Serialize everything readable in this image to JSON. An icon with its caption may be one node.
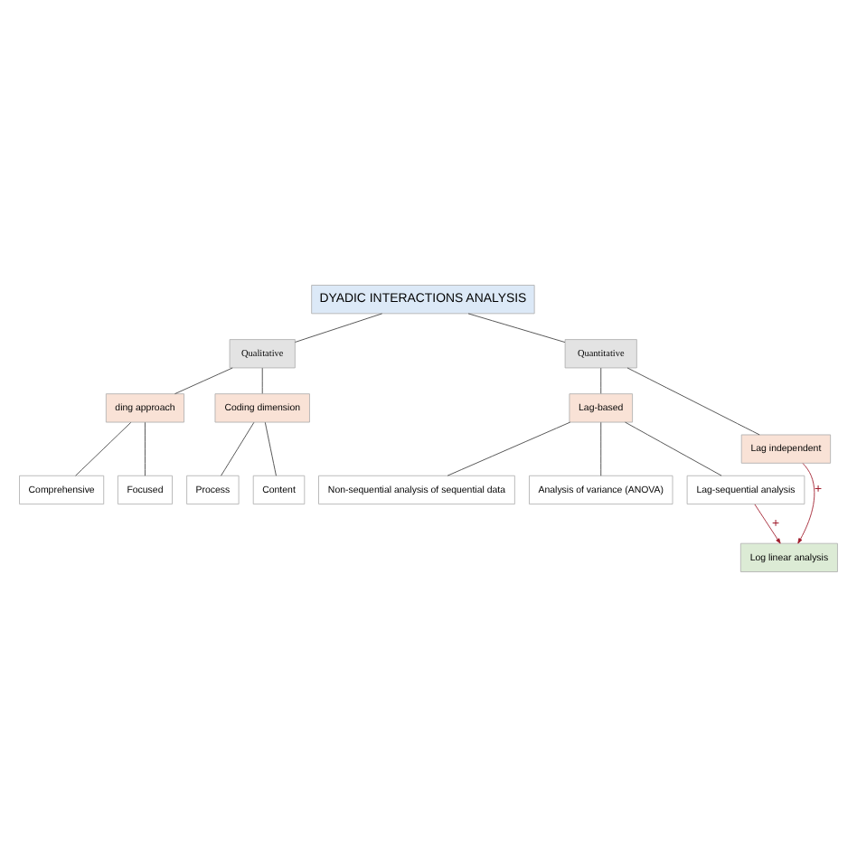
{
  "diagram": {
    "nodes": [
      {
        "text": [
          "DYADIC INTERACTIONS ANALYSIS"
        ]
      },
      {
        "text": [
          "Qualitative"
        ]
      },
      {
        "text": [
          "Quantitative"
        ]
      },
      {
        "text": [
          "ding approach"
        ]
      },
      {
        "text": [
          "Coding dimension"
        ]
      },
      {
        "text": [
          "Lag-based"
        ]
      },
      {
        "text": [
          "Lag independent"
        ]
      },
      {
        "text": [
          "Comprehensive"
        ]
      },
      {
        "text": [
          "Focused"
        ]
      },
      {
        "text": [
          "Process"
        ]
      },
      {
        "text": [
          "Content"
        ]
      },
      {
        "text": [
          "Non-sequential analysis of sequential data"
        ]
      },
      {
        "text": [
          "Analysis of variance (ANOVA)"
        ]
      },
      {
        "text": [
          "Lag-sequential analysis"
        ]
      },
      {
        "text": [
          "Log linear analysis"
        ]
      }
    ],
    "edges": [
      {
        "from": 0,
        "to": 1,
        "arrow": "none"
      },
      {
        "from": 0,
        "to": 2,
        "arrow": "none"
      },
      {
        "from": 1,
        "to": 3,
        "arrow": "none"
      },
      {
        "from": 1,
        "to": 4,
        "arrow": "none"
      },
      {
        "from": 2,
        "to": 5,
        "arrow": "none"
      },
      {
        "from": 2,
        "to": 6,
        "arrow": "none"
      },
      {
        "from": 3,
        "to": 7,
        "arrow": "none"
      },
      {
        "from": 3,
        "to": 8,
        "arrow": "none"
      },
      {
        "from": 4,
        "to": 9,
        "arrow": "none"
      },
      {
        "from": 4,
        "to": 10,
        "arrow": "none"
      },
      {
        "from": 5,
        "to": 11,
        "arrow": "none"
      },
      {
        "from": 5,
        "to": 12,
        "arrow": "none"
      },
      {
        "from": 5,
        "to": 13,
        "arrow": "none"
      },
      {
        "from": 6,
        "to": 14,
        "arrow": "to",
        "label": "+",
        "color": "#a01c2c"
      },
      {
        "from": 13,
        "to": 14,
        "arrow": "to",
        "label": "+",
        "color": "#a01c2c"
      }
    ]
  }
}
